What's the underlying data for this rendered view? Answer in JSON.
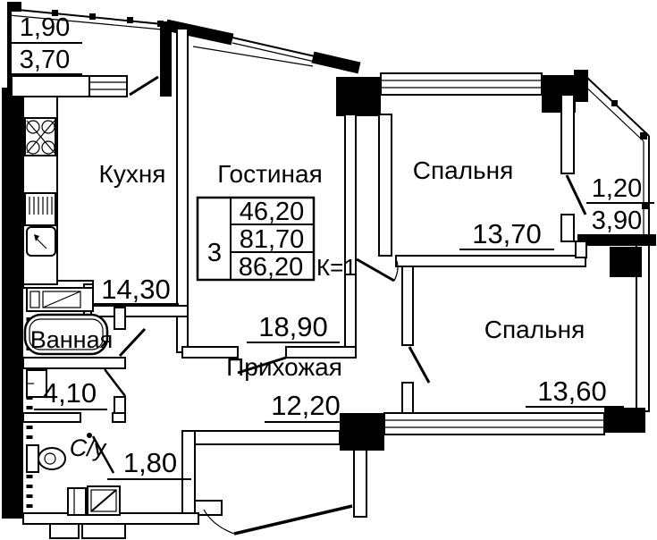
{
  "plan": {
    "rooms": [
      {
        "label": "Кухня",
        "area": "14,30"
      },
      {
        "label": "Гостиная",
        "area": "18,90"
      },
      {
        "label": "Спальня",
        "area": "13,70"
      },
      {
        "label": "Спальня",
        "area": "13,60"
      },
      {
        "label": "Прихожая",
        "area": "12,20"
      },
      {
        "label": "Ванная",
        "area": "4,10"
      },
      {
        "label": "С/у",
        "area": "1,80"
      }
    ],
    "balconies": [
      {
        "coefficient_area": "1,90",
        "full_area": "3,70"
      },
      {
        "coefficient_area": "1,20",
        "full_area": "3,90"
      }
    ],
    "summary": {
      "rooms_count": "3",
      "living_area": "46,20",
      "area_without_balconies": "81,70",
      "total_area": "86,20",
      "coefficient": "К=1"
    },
    "colors": {
      "wall": "#000000",
      "background": "#ffffff"
    }
  }
}
